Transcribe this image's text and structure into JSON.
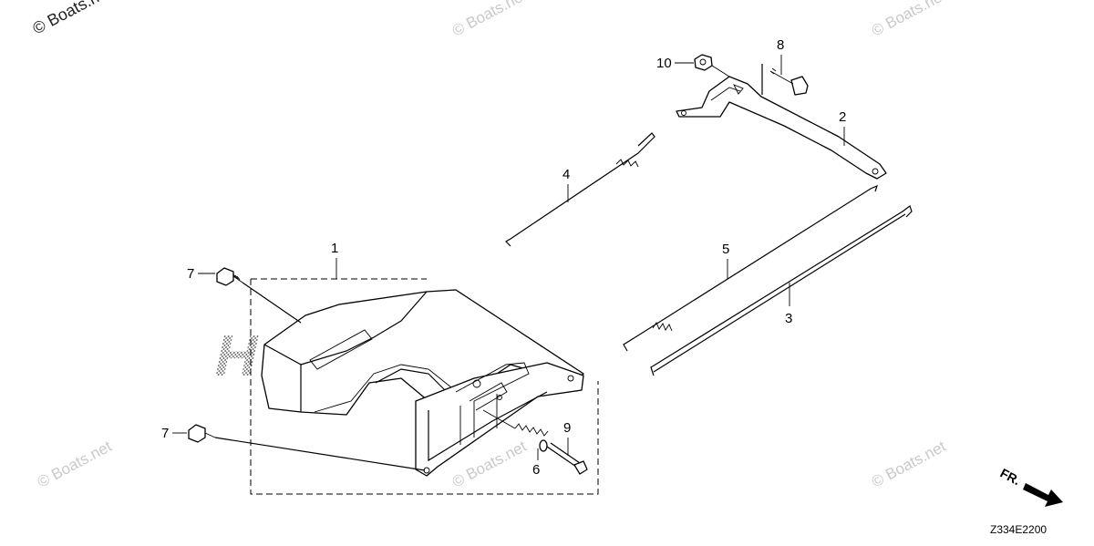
{
  "watermarks": {
    "top_left": "© Boats.net",
    "generic": "© Boats.net"
  },
  "brand_watermark": "HONDA",
  "diagram_code": "Z334E2200",
  "direction_label": "FR.",
  "callouts": {
    "c1": "1",
    "c2": "2",
    "c3": "3",
    "c4": "4",
    "c5": "5",
    "c6": "6",
    "c7a": "7",
    "c7b": "7",
    "c8": "8",
    "c9": "9",
    "c10": "10"
  },
  "colors": {
    "line": "#000000",
    "watermark": "#c9c9c9",
    "background": "#ffffff"
  }
}
